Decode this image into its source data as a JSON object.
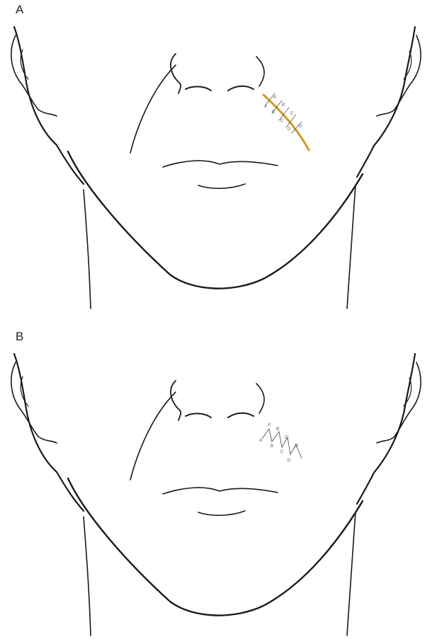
{
  "panels": [
    {
      "label": "A",
      "markers": [
        "A",
        "A'",
        "B",
        "B'",
        "C",
        "C'",
        "D",
        "D'"
      ]
    },
    {
      "label": "B",
      "markers": [
        "A",
        "A'",
        "B",
        "B'",
        "C",
        "C'",
        "D",
        "D'"
      ]
    }
  ],
  "colors": {
    "incision": "#e8b23a",
    "line": "#1a1a1a",
    "flap": "#555555"
  }
}
